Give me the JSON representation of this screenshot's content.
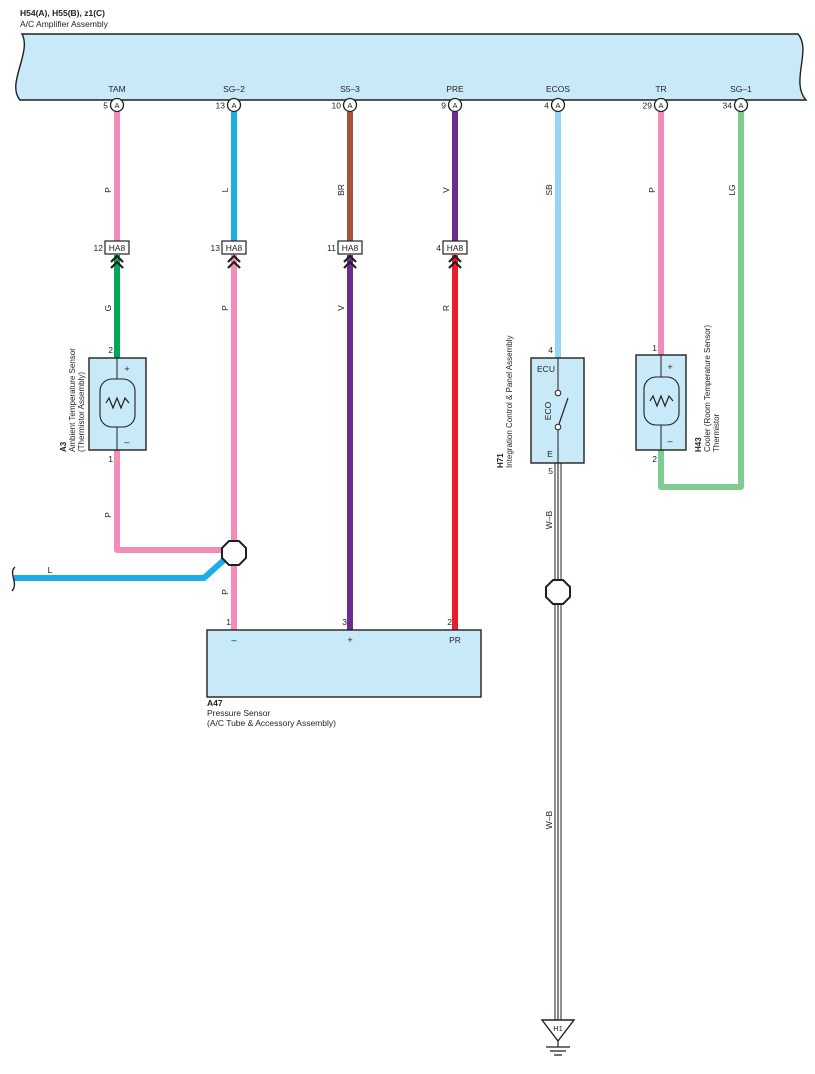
{
  "header": {
    "connectors": "H54(A), H55(B), z1(C)",
    "assembly": "A/C Amplifier Assembly"
  },
  "palette": {
    "component_fill": "#c8e9f8"
  },
  "amplifier": {
    "terminals": [
      {
        "name": "TAM",
        "pin": "5",
        "conn": "A"
      },
      {
        "name": "SG–2",
        "pin": "13",
        "conn": "A"
      },
      {
        "name": "S5–3",
        "pin": "10",
        "conn": "A"
      },
      {
        "name": "PRE",
        "pin": "9",
        "conn": "A"
      },
      {
        "name": "ECOS",
        "pin": "4",
        "conn": "A"
      },
      {
        "name": "TR",
        "pin": "29",
        "conn": "A"
      },
      {
        "name": "SG–1",
        "pin": "34",
        "conn": "A"
      }
    ]
  },
  "junction_connector": {
    "name": "HA8",
    "pins": [
      "12",
      "13",
      "11",
      "4"
    ]
  },
  "wires": {
    "tam_upper": {
      "code": "P",
      "color": "#f48cb9"
    },
    "sg2_upper": {
      "code": "L",
      "color": "#1caee8"
    },
    "s53_upper": {
      "code": "BR",
      "color": "#a8533b"
    },
    "pre_upper": {
      "code": "V",
      "color": "#6b2d90"
    },
    "ecos": {
      "code": "SB",
      "color": "#94d6f3"
    },
    "tr": {
      "code": "P",
      "color": "#f48cb9"
    },
    "sg1": {
      "code": "LG",
      "color": "#7fcc93"
    },
    "tam_lower": {
      "code": "G",
      "color": "#00a65a"
    },
    "sg2_lower": {
      "code": "P",
      "color": "#f48cb9"
    },
    "s53_lower": {
      "code": "V",
      "color": "#6b2d90"
    },
    "pre_lower": {
      "code": "R",
      "color": "#ed1c2b"
    },
    "a3_out": {
      "code": "P",
      "color": "#f48cb9"
    },
    "left_in": {
      "code": "L",
      "color": "#1caee8"
    },
    "splice_out": {
      "code": "P",
      "color": "#f48cb9"
    },
    "wb": {
      "code": "W–B",
      "color": "#ffffff",
      "stripe": "#231f20"
    }
  },
  "a3": {
    "code": "A3",
    "name": "Ambient Temperature Sensor",
    "sub": "(Thermistor Assembly)",
    "pin_top": "2",
    "pin_bottom": "1",
    "plus": "+",
    "minus": "–"
  },
  "h43": {
    "code": "H43",
    "name": "Cooler (Room Temperature Sensor)",
    "sub": "Thermistor",
    "pin_top": "1",
    "pin_bottom": "2",
    "plus": "+",
    "minus": "–"
  },
  "h71": {
    "code": "H71",
    "name": "Integration Control & Panel Assembly",
    "pin_top": "4",
    "pin_bottom": "5",
    "top_label": "ECU",
    "switch_label": "ECO",
    "bottom_label": "E"
  },
  "a47": {
    "code": "A47",
    "name": "Pressure Sensor",
    "sub": "(A/C Tube & Accessory Assembly)",
    "terminals": [
      {
        "pin": "1",
        "label": "–"
      },
      {
        "pin": "3",
        "label": "+"
      },
      {
        "pin": "2",
        "label": "PR"
      }
    ]
  },
  "ground": {
    "code": "H1"
  }
}
